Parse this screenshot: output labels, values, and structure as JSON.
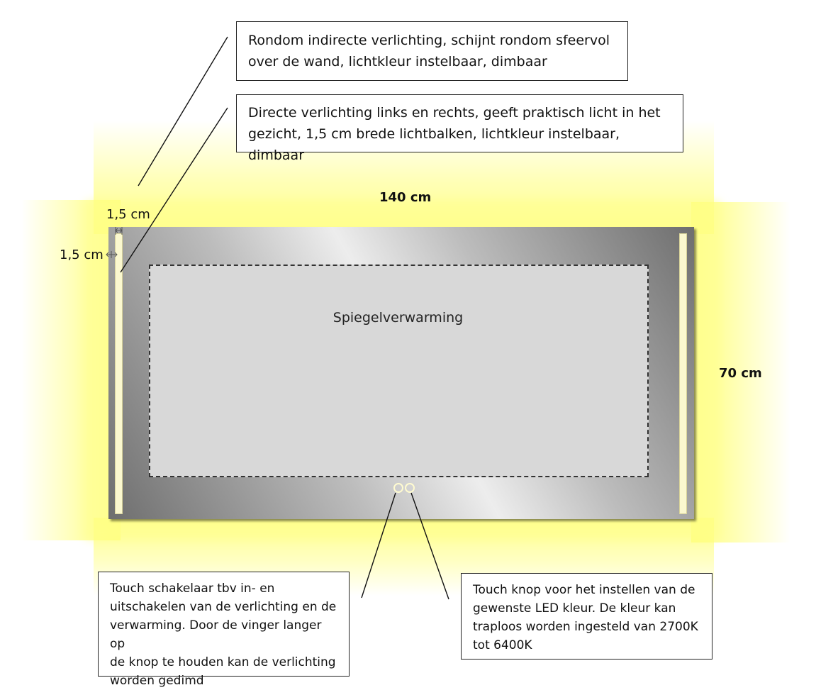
{
  "dimensions": {
    "width": "140 cm",
    "height": "70 cm",
    "bar_width": "1,5 cm",
    "bar_offset": "1,5 cm"
  },
  "heating_zone": {
    "label": "Spiegelverwarming"
  },
  "callouts": {
    "indirect_light": {
      "line1": "Rondom indirecte verlichting, schijnt rondom sfeervol",
      "line2": "over de wand, lichtkleur instelbaar, dimbaar"
    },
    "direct_light": {
      "line1": "Directe verlichting links en rechts, geeft praktisch licht in het",
      "line2": "gezicht, 1,5 cm brede lichtbalken, lichtkleur instelbaar, dimbaar"
    },
    "touch_switch": {
      "line1": "Touch schakelaar tbv in- en",
      "line2": "uitschakelen van de verlichting en de",
      "line3": "verwarming. Door de vinger langer op",
      "line4": "de knop te houden kan de verlichting",
      "line5": "worden gedimd"
    },
    "touch_color": {
      "line1": "Touch knop voor het instellen van de",
      "line2": "gewenste LED kleur. De kleur kan",
      "line3": "traploos worden ingesteld van 2700K",
      "line4": "tot 6400K"
    }
  },
  "colors": {
    "glow": "#ffff78",
    "lightbar": "#fbf8cf",
    "heating": "#d8d8d8"
  }
}
